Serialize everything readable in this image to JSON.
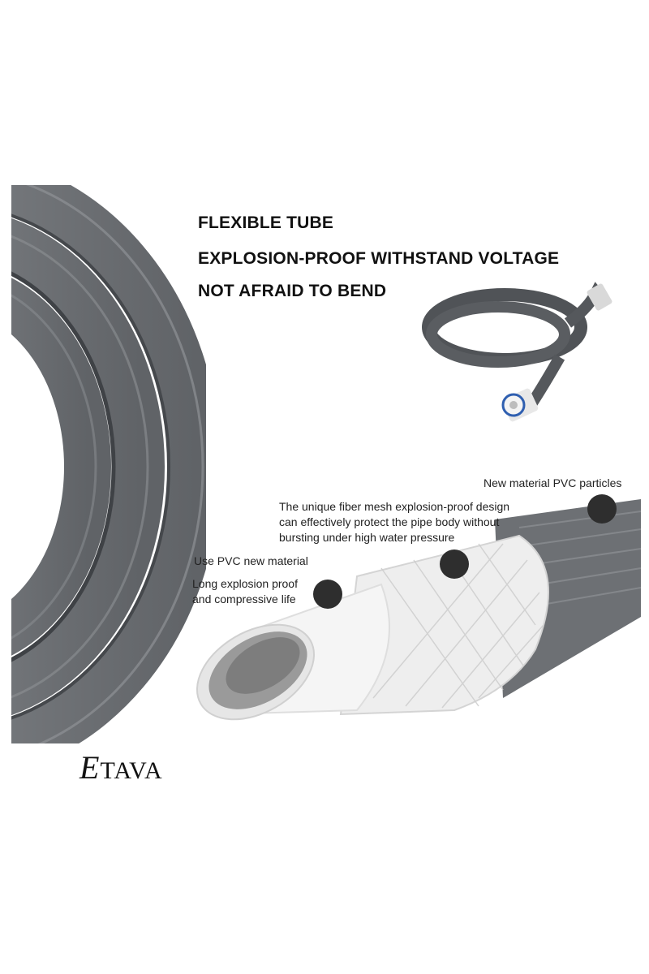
{
  "headlines": [
    "FLEXIBLE TUBE",
    "EXPLOSION-PROOF WITHSTAND VOLTAGE",
    "NOT AFRAID TO BEND"
  ],
  "callouts": {
    "pvc_particles": "New material PVC particles",
    "fiber_mesh": {
      "line1": "The unique fiber mesh explosion-proof design",
      "line2": "can effectively protect the pipe body without",
      "line3": "bursting under high water pressure"
    },
    "pvc_new_material": "Use PVC new material",
    "long_life": {
      "line1": "Long explosion proof",
      "line2": "and compressive life"
    }
  },
  "brand": {
    "logo_initial": "E",
    "logo_rest": "TAVA"
  },
  "colors": {
    "hose_gray": "#6b6e72",
    "hose_dark": "#4a4d51",
    "inner_white": "#f2f2f2",
    "dot": "#2e2e2e"
  }
}
